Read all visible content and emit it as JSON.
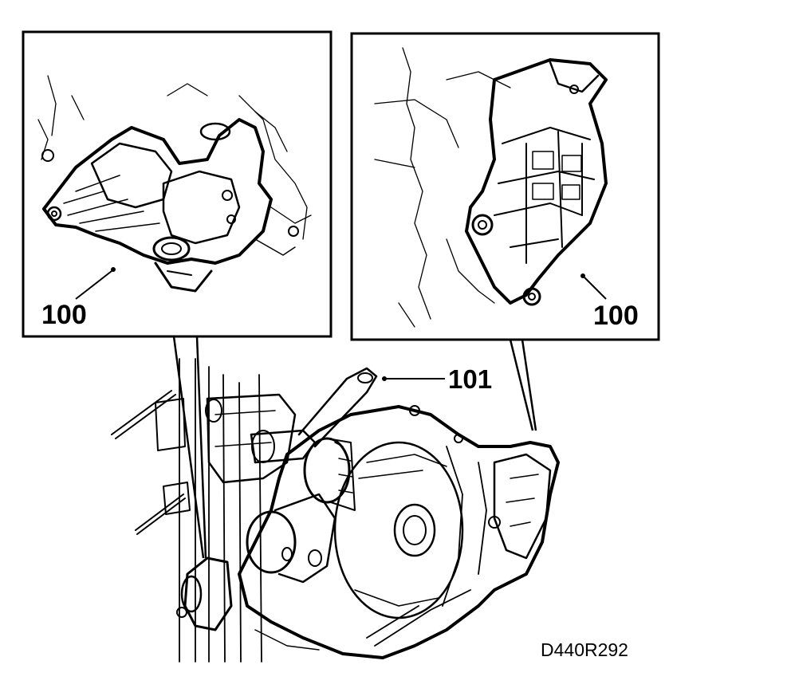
{
  "callouts": {
    "left_inset_label": "100",
    "right_inset_label": "100",
    "main_label": "101"
  },
  "figure_code": "D440R292",
  "colors": {
    "ink": "#000000",
    "paper": "#ffffff"
  }
}
